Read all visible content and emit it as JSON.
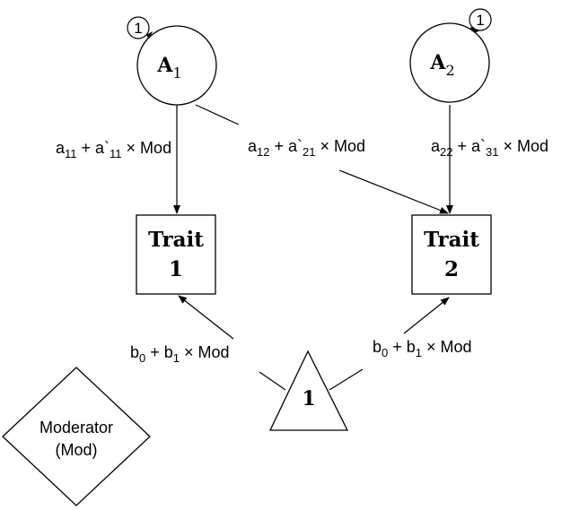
{
  "nodes": {
    "a1": {
      "main": "A",
      "sub": "1",
      "self_loop": "1"
    },
    "a2": {
      "main": "A",
      "sub": "2",
      "self_loop": "1"
    },
    "trait1": {
      "line1": "Trait",
      "line2": "1"
    },
    "trait2": {
      "line1": "Trait",
      "line2": "2"
    },
    "constant": {
      "label": "1"
    },
    "moderator": {
      "line1": "Moderator",
      "line2": "(Mod)"
    }
  },
  "edges": {
    "a1_trait1": {
      "a": "a",
      "s1": "11",
      "mid": " + a`",
      "s2": "11",
      "tail": " × Mod"
    },
    "a1_trait2": {
      "a": "a",
      "s1": "12",
      "mid": " + a`",
      "s2": "21",
      "tail": " × Mod"
    },
    "a2_trait2": {
      "a": "a",
      "s1": "22",
      "mid": " + a`",
      "s2": "31",
      "tail": " × Mod"
    },
    "const_trait1": {
      "a": "b",
      "s1": "0",
      "mid": " + b",
      "s2": "1",
      "tail": " × Mod"
    },
    "const_trait2": {
      "a": "b",
      "s1": "0",
      "mid": " + b",
      "s2": "1",
      "tail": " × Mod"
    }
  }
}
